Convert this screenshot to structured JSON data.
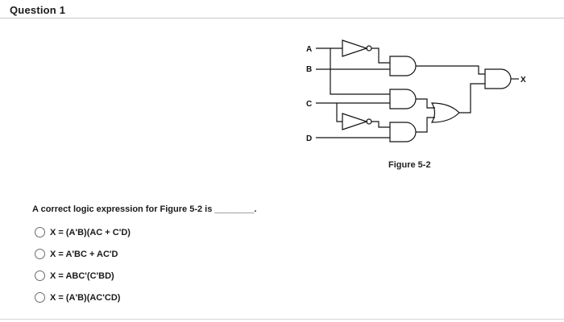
{
  "question": {
    "title": "Question 1",
    "prompt": "A correct logic expression for Figure 5-2 is ________."
  },
  "figure": {
    "caption": "Figure 5-2",
    "inputs": [
      "A",
      "B",
      "C",
      "D"
    ],
    "output": "X"
  },
  "options": [
    {
      "label": "X = (A'B)(AC + C'D)"
    },
    {
      "label": "X = A'BC + AC'D"
    },
    {
      "label": "X = ABC'(C'BD)"
    },
    {
      "label": "X = (A'B)(AC'CD)"
    }
  ],
  "colors": {
    "line": "#111111",
    "border": "#c9c9c9"
  }
}
